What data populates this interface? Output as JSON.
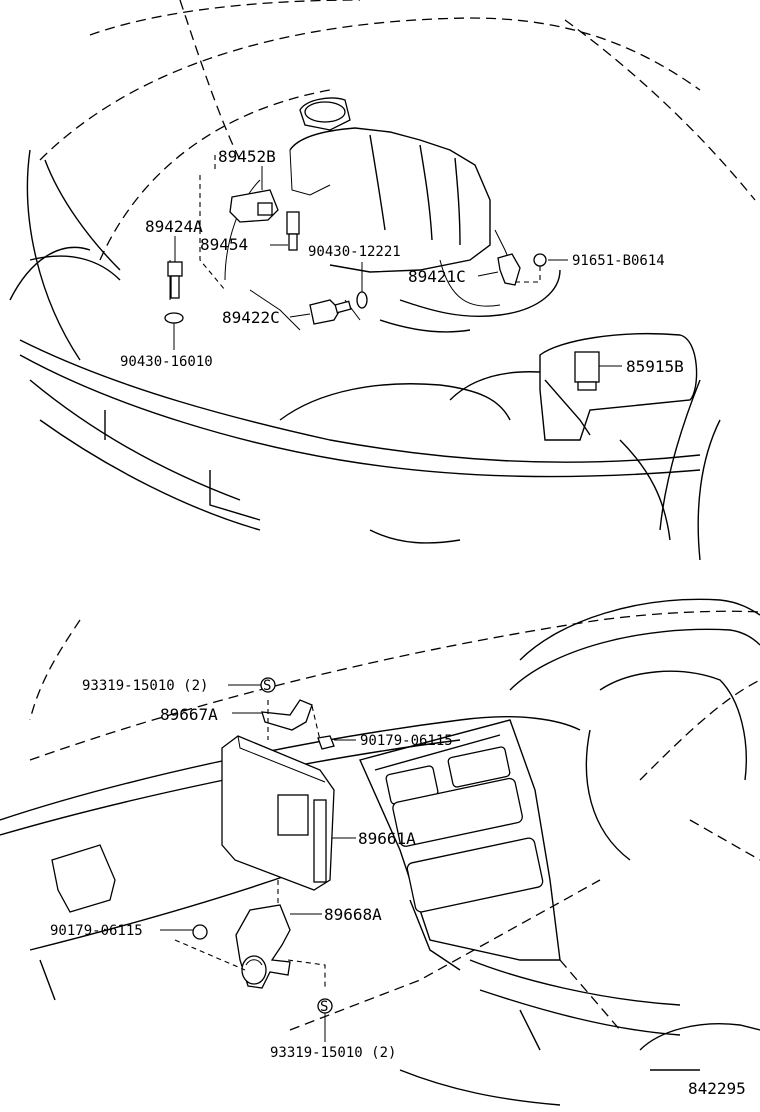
{
  "diagram_id": "842295",
  "engine_bay": {
    "parts": [
      {
        "key": "p89452B",
        "label": "89452B"
      },
      {
        "key": "p89424A",
        "label": "89424A"
      },
      {
        "key": "p89454",
        "label": "89454"
      },
      {
        "key": "p90430_12221",
        "label": "90430-12221"
      },
      {
        "key": "p89421C",
        "label": "89421C"
      },
      {
        "key": "p91651",
        "label": "91651-B0614"
      },
      {
        "key": "p89422C",
        "label": "89422C"
      },
      {
        "key": "p90430_16010",
        "label": "90430-16010"
      },
      {
        "key": "p85915B",
        "label": "85915B"
      }
    ]
  },
  "dashboard": {
    "parts": [
      {
        "key": "p93319_top",
        "label": "93319-15010 (2)"
      },
      {
        "key": "p89667A",
        "label": "89667A"
      },
      {
        "key": "p90179_right",
        "label": "90179-06115"
      },
      {
        "key": "p89661A",
        "label": "89661A"
      },
      {
        "key": "p89668A",
        "label": "89668A"
      },
      {
        "key": "p90179_left",
        "label": "90179-06115"
      },
      {
        "key": "p93319_bottom",
        "label": "93319-15010 (2)"
      }
    ]
  }
}
